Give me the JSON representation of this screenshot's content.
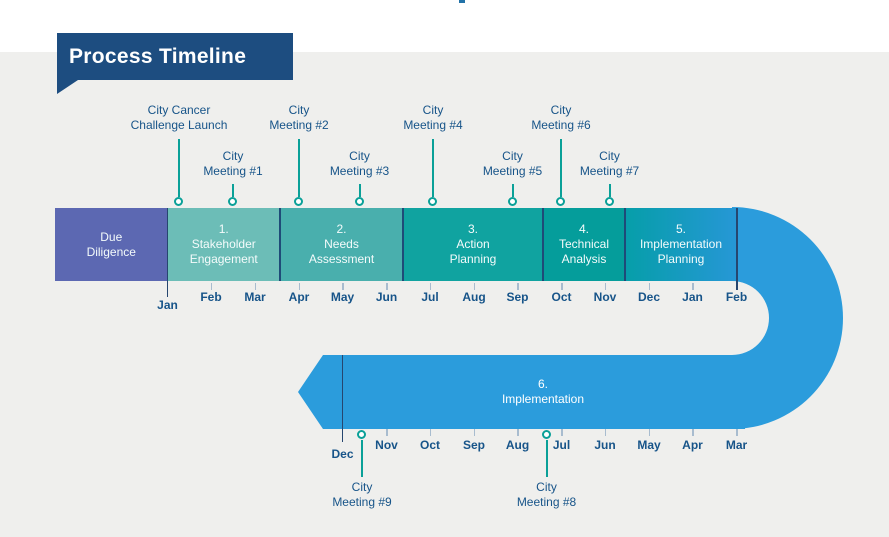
{
  "banner": {
    "title": "Process Timeline"
  },
  "colors": {
    "banner_navy": "#1D4D80",
    "arrow_blue": "#2B9CDC",
    "marker_teal": "#0AA098",
    "text_blue": "#175489",
    "due_purple": "#5C68B2",
    "segment_1": "#6CBDB7",
    "segment_2": "#49AFAD",
    "segment_3": "#10A3A0",
    "segment_4": "#059D9B",
    "segment_5_gradient": [
      "#069EA9",
      "#2697D6"
    ]
  },
  "timeline": {
    "segments": [
      {
        "label": "Due\nDiligence"
      },
      {
        "label": "1.\nStakeholder\nEngagement"
      },
      {
        "label": "2.\nNeeds\nAssessment"
      },
      {
        "label": "3.\nAction\nPlanning"
      },
      {
        "label": "4.\nTechnical\nAnalysis"
      },
      {
        "label": "5.\nImplementation\nPlanning"
      }
    ],
    "implementation_label": "6.\nImplementation",
    "months_top": [
      "Jan",
      "Feb",
      "Mar",
      "Apr",
      "May",
      "Jun",
      "Jul",
      "Aug",
      "Sep",
      "Oct",
      "Nov",
      "Dec",
      "Jan",
      "Feb"
    ],
    "months_bottom": [
      "Dec",
      "Nov",
      "Oct",
      "Sep",
      "Aug",
      "Jul",
      "Jun",
      "May",
      "Apr",
      "Mar"
    ],
    "meetings_top": [
      {
        "label": "City Cancer\nChallenge Launch"
      },
      {
        "label": "City\nMeeting #1"
      },
      {
        "label": "City\nMeeting #2"
      },
      {
        "label": "City\nMeeting #3"
      },
      {
        "label": "City\nMeeting #4"
      },
      {
        "label": "City\nMeeting #5"
      },
      {
        "label": "City\nMeeting #6"
      },
      {
        "label": "City\nMeeting #7"
      }
    ],
    "meetings_bottom": [
      {
        "label": "City\nMeeting #9"
      },
      {
        "label": "City\nMeeting #8"
      }
    ]
  }
}
